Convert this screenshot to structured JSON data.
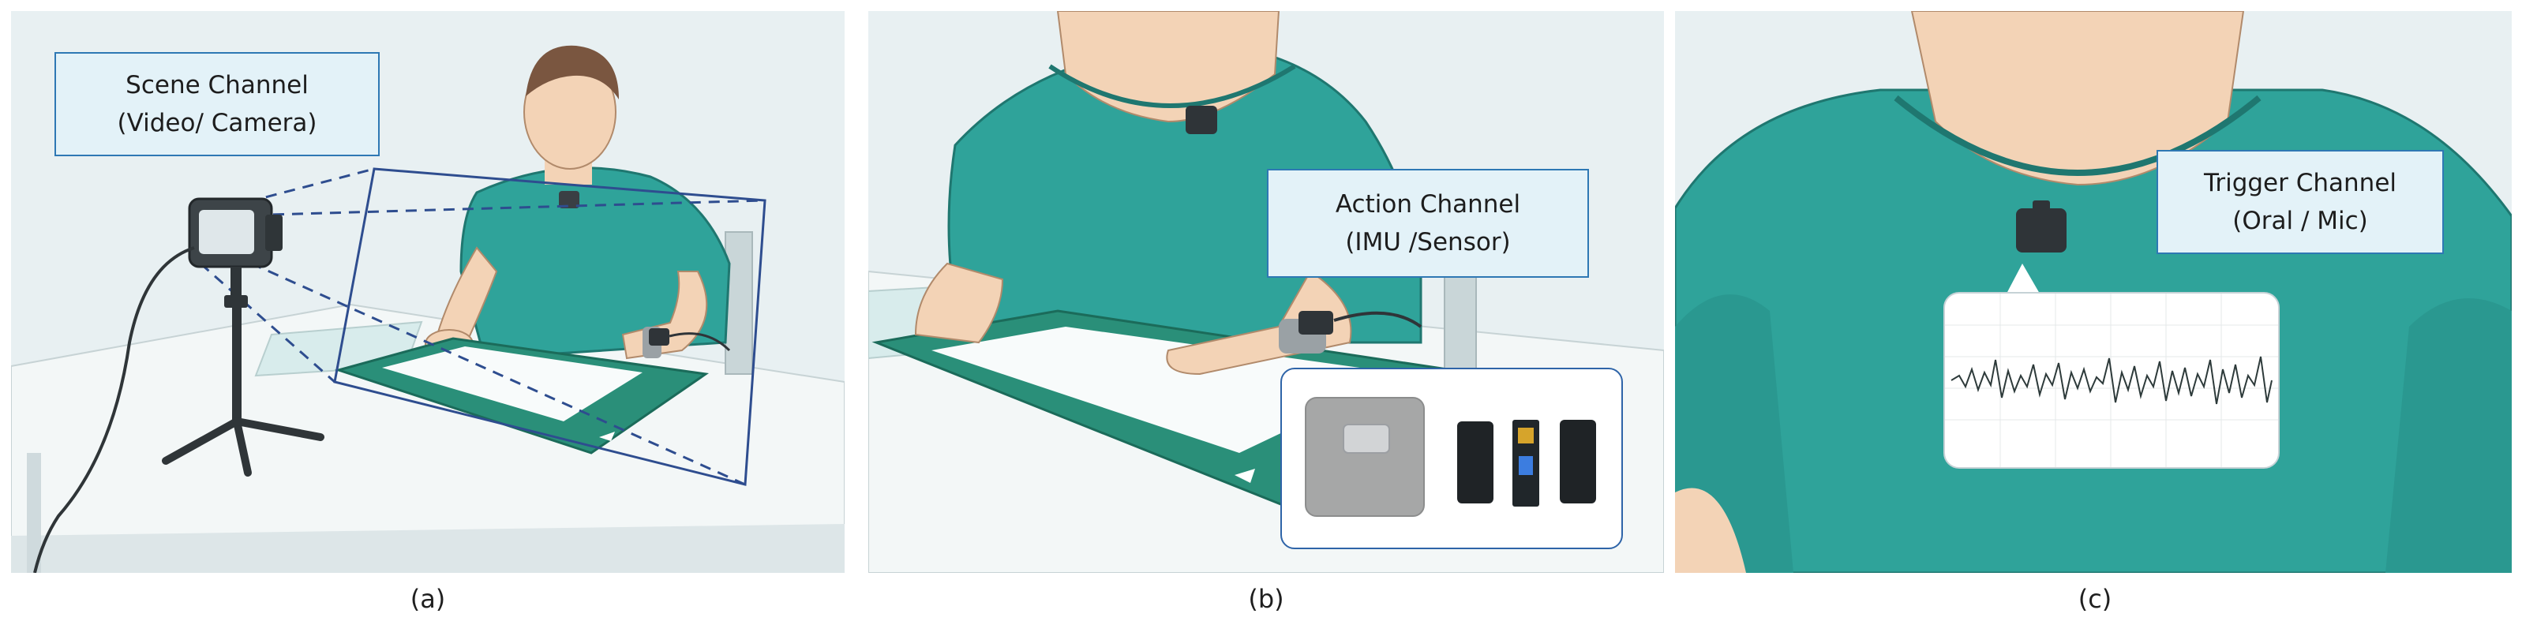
{
  "panels": [
    {
      "caption": "(a)",
      "label_line1": "Scene Channel",
      "label_line2": "(Video/ Camera)"
    },
    {
      "caption": "(b)",
      "label_line1": "Action Channel",
      "label_line2": "(IMU /Sensor)"
    },
    {
      "caption": "(c)",
      "label_line1": "Trigger Channel",
      "label_line2": "(Oral / Mic)"
    }
  ],
  "colors": {
    "shirt": "#2fa39a",
    "skin": "#f3d3b6",
    "table": "#f1f5f5",
    "mat": "#2a8f79",
    "label_border": "#2e78b4",
    "label_fill": "#e3f2f8"
  }
}
